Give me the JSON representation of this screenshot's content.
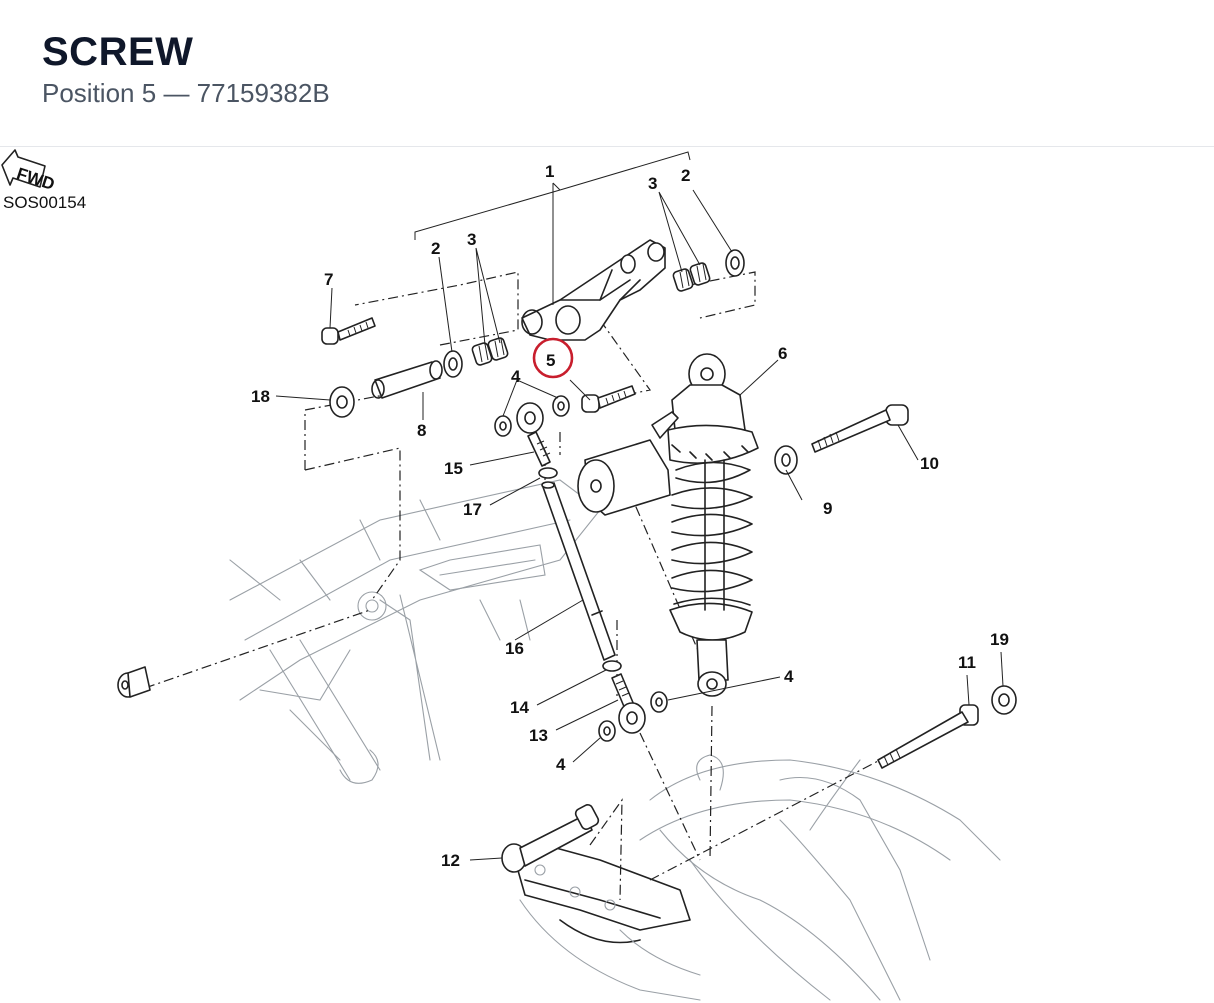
{
  "header": {
    "title": "SCREW",
    "position_label": "Position",
    "position": "5",
    "separator": "—",
    "part_number": "77159382B"
  },
  "diagram": {
    "code": "SOS00154",
    "fwd": "FWD",
    "highlight_color": "#c81e2d",
    "callouts": [
      {
        "id": "c1",
        "label": "1"
      },
      {
        "id": "c2a",
        "label": "2"
      },
      {
        "id": "c2b",
        "label": "2"
      },
      {
        "id": "c3a",
        "label": "3"
      },
      {
        "id": "c3b",
        "label": "3"
      },
      {
        "id": "c4a",
        "label": "4"
      },
      {
        "id": "c4b",
        "label": "4"
      },
      {
        "id": "c4c",
        "label": "4"
      },
      {
        "id": "c5",
        "label": "5"
      },
      {
        "id": "c6",
        "label": "6"
      },
      {
        "id": "c7",
        "label": "7"
      },
      {
        "id": "c8",
        "label": "8"
      },
      {
        "id": "c9",
        "label": "9"
      },
      {
        "id": "c10",
        "label": "10"
      },
      {
        "id": "c11",
        "label": "11"
      },
      {
        "id": "c12",
        "label": "12"
      },
      {
        "id": "c13",
        "label": "13"
      },
      {
        "id": "c14",
        "label": "14"
      },
      {
        "id": "c15",
        "label": "15"
      },
      {
        "id": "c16",
        "label": "16"
      },
      {
        "id": "c17",
        "label": "17"
      },
      {
        "id": "c18",
        "label": "18"
      },
      {
        "id": "c19",
        "label": "19"
      }
    ]
  }
}
